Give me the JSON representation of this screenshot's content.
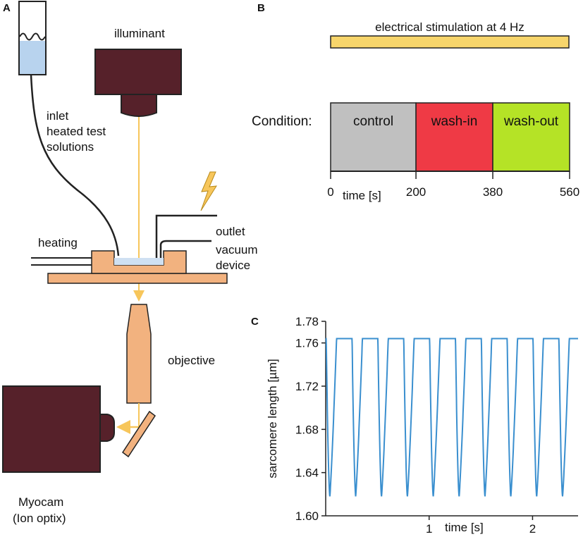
{
  "panels": {
    "a": "A",
    "b": "B",
    "c": "C"
  },
  "setup": {
    "illuminant": "illuminant",
    "inlet": [
      "inlet",
      "heated test",
      "solutions"
    ],
    "heating": "heating",
    "outlet": "outlet",
    "vacuum": [
      "vacuum",
      "device"
    ],
    "objective": "objective",
    "camera": [
      "Myocam",
      "(Ion optix)"
    ]
  },
  "protocol": {
    "stimulation_label": "electrical stimulation at 4 Hz",
    "condition_label": "Condition:",
    "axis_label": "time [s]",
    "axis_range": [
      0,
      560
    ],
    "phases": [
      {
        "label": "control",
        "start": 0,
        "end": 200,
        "color": "#c0c0c0"
      },
      {
        "label": "wash-in",
        "start": 200,
        "end": 380,
        "color": "#ef3a45"
      },
      {
        "label": "wash-out",
        "start": 380,
        "end": 560,
        "color": "#b5e326"
      }
    ],
    "ticks": [
      0,
      200,
      380,
      560
    ],
    "stim_color": "#f7d56b"
  },
  "chart_data": {
    "type": "line",
    "title": "",
    "xlabel": "time [s]",
    "ylabel": "sarcomere length [µm]",
    "xlim": [
      0,
      2.44
    ],
    "ylim": [
      1.6,
      1.78
    ],
    "yticks": [
      1.6,
      1.64,
      1.68,
      1.72,
      1.76,
      1.78
    ],
    "xticks": [
      1,
      2
    ],
    "series": [
      {
        "name": "",
        "color": "#3a8fcf",
        "baseline": 1.764,
        "trough": 1.618,
        "beat_frequency_hz": 4,
        "first_trough_s": 0.04,
        "trough_times_s": [
          0.04,
          0.29,
          0.54,
          0.79,
          1.04,
          1.29,
          1.54,
          1.79,
          2.04,
          2.29
        ]
      }
    ]
  }
}
